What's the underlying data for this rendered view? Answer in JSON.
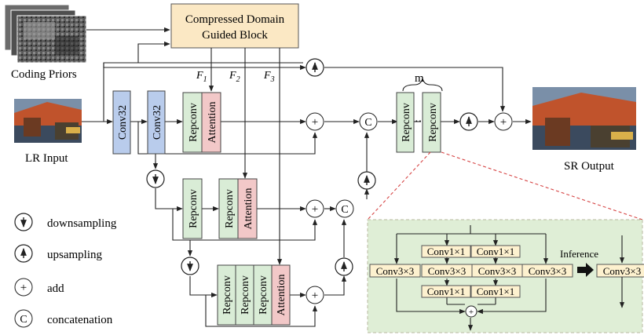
{
  "cdgb": {
    "line1": "Compressed Domain",
    "line2": "Guided Block"
  },
  "labels": {
    "coding_priors": "Coding Priors",
    "lr_input": "LR Input",
    "sr_output": "SR Output",
    "f1": "F",
    "f1_sub": "1",
    "f2": "F",
    "f2_sub": "2",
    "f3": "F",
    "f3_sub": "3",
    "m": "m",
    "dots": "···",
    "inference": "Inference"
  },
  "blocks": {
    "conv32": "Conv32",
    "repconv": "Repconv",
    "attention": "Attention",
    "conv1x1": "Conv1×1",
    "conv3x3": "Conv3×3"
  },
  "symbols": {
    "add": "+",
    "concat": "C"
  },
  "legend": {
    "downsampling": "downsampling",
    "upsampling": "upsampling",
    "add": "add",
    "concatenation": "concatenation"
  },
  "colors": {
    "cdgb_fill": "#fbe8c4",
    "conv32_fill": "#b9ccec",
    "repconv_fill": "#d9ecd6",
    "attention_fill": "#f2c8c8",
    "detail_bg": "#dfeed6",
    "conv_small_fill": "#fdf1cf"
  },
  "icons": [
    "arrow-down-icon",
    "arrow-up-icon",
    "plus-icon",
    "concat-icon",
    "black-arrow-icon"
  ]
}
